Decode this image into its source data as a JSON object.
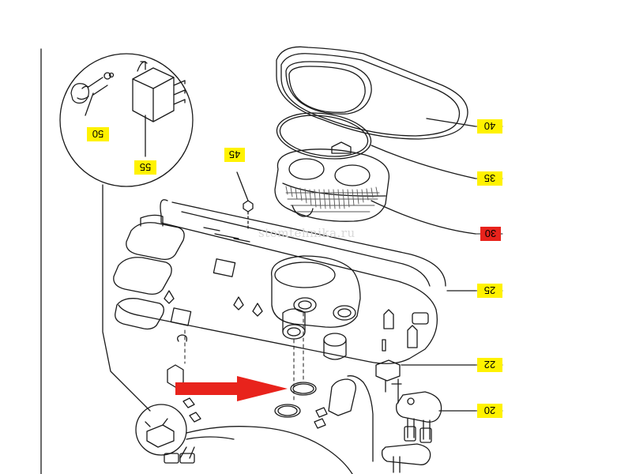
{
  "watermark": "stomtehnika.ru",
  "callouts": [
    "40",
    "35",
    "30",
    "25",
    "22",
    "20",
    "45",
    "50",
    "55"
  ],
  "highlighted_callout": "30",
  "colors": {
    "line": "#1a1a1a",
    "label_highlight": "#fff200",
    "label_selected": "#e8231c",
    "arrow": "#e8231c"
  }
}
